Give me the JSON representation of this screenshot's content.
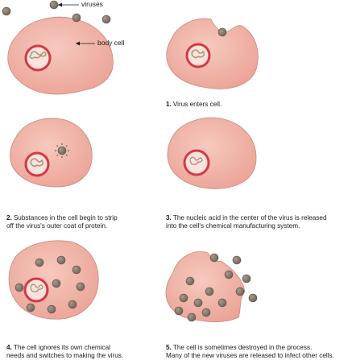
{
  "callouts": {
    "viruses": "viruses",
    "body_cell": "body cell"
  },
  "steps": [
    {
      "num": "",
      "text": ""
    },
    {
      "num": "1.",
      "text": "Virus enters cell."
    },
    {
      "num": "2.",
      "text": "Substances in the cell begin to strip\noff the virus's outer coat of protein."
    },
    {
      "num": "3.",
      "text": "The nucleic acid in the center of the virus is released\ninto the cell's chemical manufacturing system."
    },
    {
      "num": "4.",
      "text": "The cell ignores its own chemical\nneeds and switches to making the virus."
    },
    {
      "num": "5.",
      "text": "The cell is sometimes destroyed in the process.\nMany of the new viruses are released to infect other cells."
    }
  ],
  "colors": {
    "cell_fill": "#f2b4a8",
    "cell_stroke": "#c98a80",
    "nucleus_ring": "#d23a46",
    "nucleus_fill": "#fbe2dc",
    "virus_fill": "#8a7c6e",
    "virus_stroke": "#5a5046",
    "dna": "#a89a7c",
    "text": "#1a1a1a"
  }
}
